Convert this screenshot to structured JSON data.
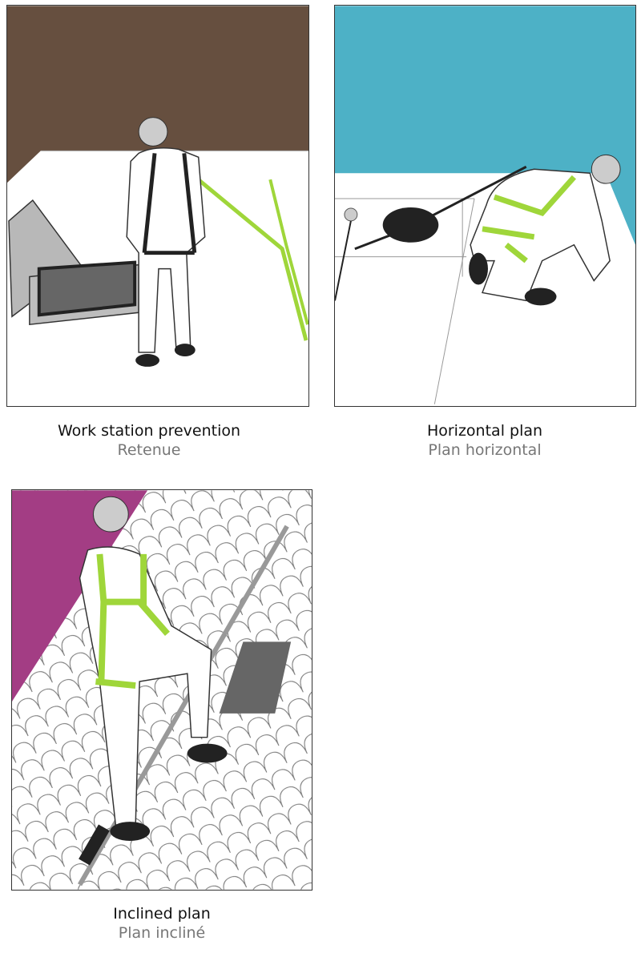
{
  "panels": [
    {
      "title": "Work station prevention",
      "subtitle": "Retenue",
      "background_color": "#664f3f"
    },
    {
      "title": "Horizontal plan",
      "subtitle": "Plan horizontal",
      "background_color": "#4db1c6"
    },
    {
      "title": "Inclined plan",
      "subtitle": "Plan incliné",
      "background_color": "#a33d84"
    }
  ],
  "colors": {
    "harness": "#9fd63a",
    "suit": "#ffffff",
    "outline": "#222222",
    "gray": "#b5b5b5"
  }
}
